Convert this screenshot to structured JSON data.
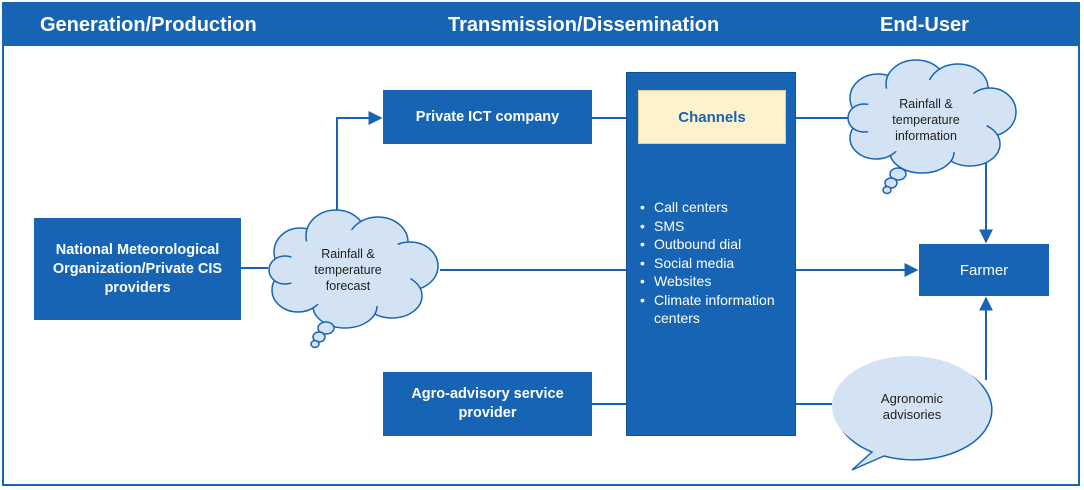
{
  "header": {
    "generation": "Generation/Production",
    "transmission": "Transmission/Dissemination",
    "enduser": "End-User"
  },
  "nodes": {
    "nmo": "National Meteorological Organization/Private CIS providers",
    "ict": "Private ICT company",
    "agro": "Agro-advisory service provider",
    "farmer": "Farmer"
  },
  "channels": {
    "title": "Channels",
    "items": [
      "Call centers",
      "SMS",
      "Outbound dial",
      "Social media",
      "Websites",
      "Climate information centers"
    ]
  },
  "clouds": {
    "forecast": "Rainfall & temperature forecast",
    "info": "Rainfall & temperature information"
  },
  "bubble": {
    "advisories": "Agronomic advisories"
  },
  "colors": {
    "primary": "#1764b4",
    "channel_header": "#fdf2cc",
    "cloud_fill": "#d4e3f3",
    "cloud_stroke": "#1764b4"
  }
}
